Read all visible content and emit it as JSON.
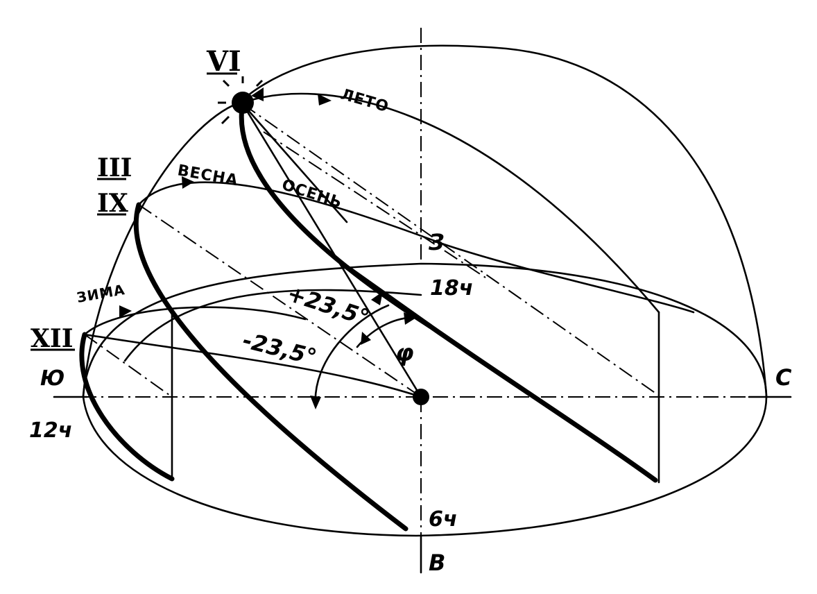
{
  "months": {
    "june": "VI",
    "march": "III",
    "september": "IX",
    "december": "XII"
  },
  "seasons": {
    "summer": "ЛЕТО",
    "spring": "ВЕСНА",
    "autumn": "ОСЕНЬ",
    "winter": "ЗИМА"
  },
  "directions": {
    "south": "Ю",
    "north": "С",
    "east": "В",
    "zenith": "З"
  },
  "times": {
    "noon": "12ч",
    "evening": "18ч",
    "morning": "6ч"
  },
  "angles": {
    "plus": "+23,5°",
    "minus": "-23,5°",
    "latitude": "φ"
  }
}
